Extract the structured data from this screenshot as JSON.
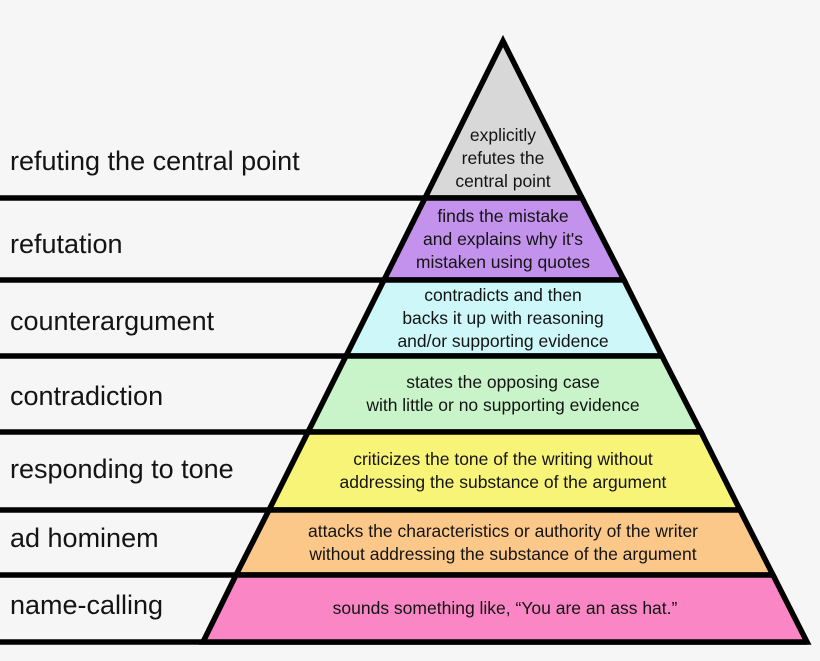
{
  "title": "Hierarchy of disagreement pyramid",
  "background": "#f6f6f6",
  "line_color": "#000000",
  "levels": [
    {
      "label": "refuting the central point",
      "description": "explicitly\nrefutes the\ncentral point",
      "color": "#d8d8d8"
    },
    {
      "label": "refutation",
      "description": "finds the mistake\nand explains why it's\nmistaken using quotes",
      "color": "#c392ec"
    },
    {
      "label": "counterargument",
      "description": "contradicts and then\nbacks it up with reasoning\nand/or supporting evidence",
      "color": "#cdf7f8"
    },
    {
      "label": "contradiction",
      "description": "states the opposing case\nwith little or no supporting evidence",
      "color": "#c9f4c9"
    },
    {
      "label": "responding to tone",
      "description": "criticizes the tone of the writing without\naddressing the substance of the argument",
      "color": "#f8f478"
    },
    {
      "label": "ad hominem",
      "description": "attacks the characteristics or authority of the writer\nwithout addressing the substance of the argument",
      "color": "#fcc88a"
    },
    {
      "label": "name-calling",
      "description": "sounds something like, “You are an ass hat.”",
      "color": "#fa86c6"
    }
  ]
}
